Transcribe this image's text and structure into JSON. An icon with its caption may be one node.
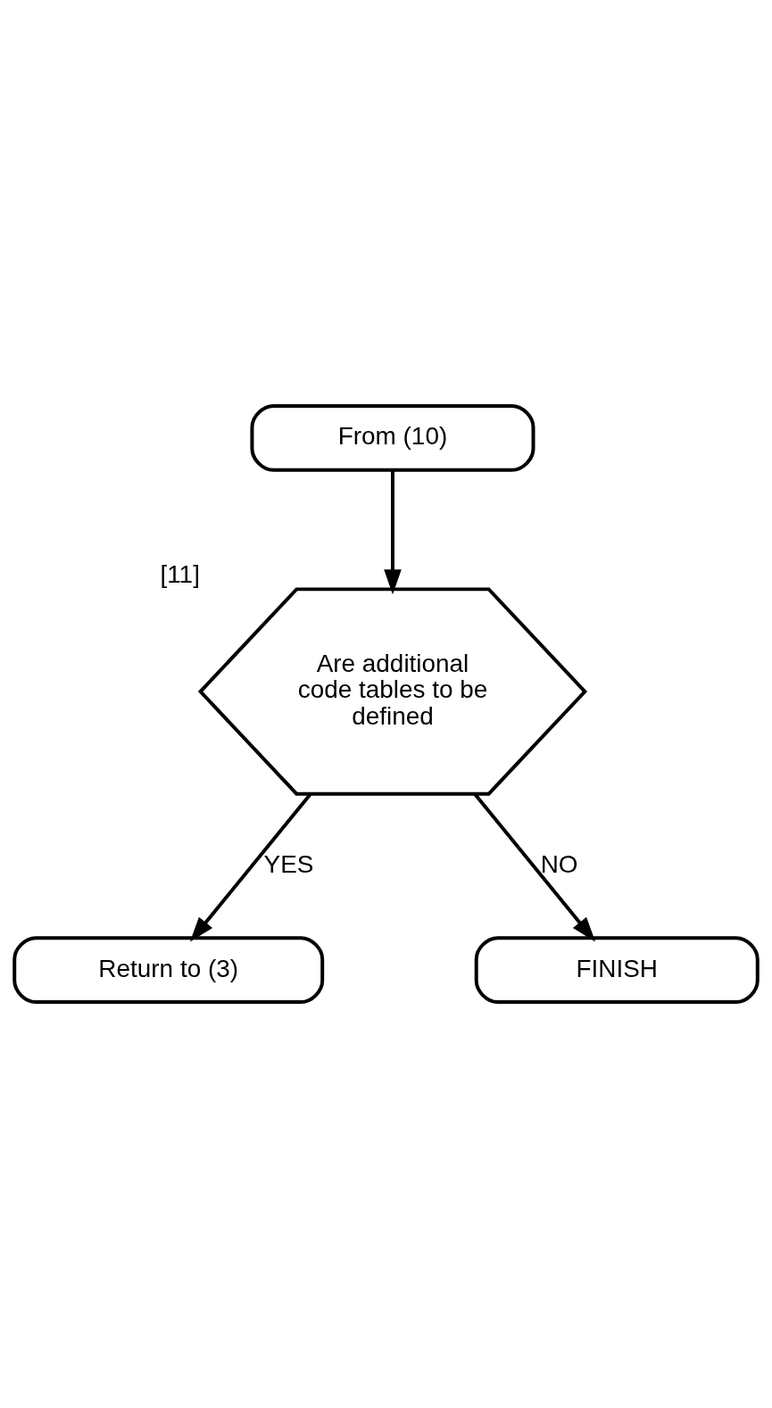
{
  "diagram": {
    "nodes": [
      {
        "text": [
          "From (10)"
        ]
      },
      {
        "text": [
          "Are additional code tables to be defined"
        ],
        "beside": [
          "[11]"
        ]
      },
      {
        "text": [
          "Return to (3)"
        ]
      },
      {
        "text": [
          "FINISH"
        ]
      }
    ],
    "edges": [
      {
        "from": 0,
        "to": 1,
        "arrow": "to"
      },
      {
        "from": 1,
        "to": 2,
        "arrow": "to",
        "label": "YES"
      },
      {
        "from": 1,
        "to": 3,
        "arrow": "to",
        "label": "NO"
      }
    ]
  }
}
